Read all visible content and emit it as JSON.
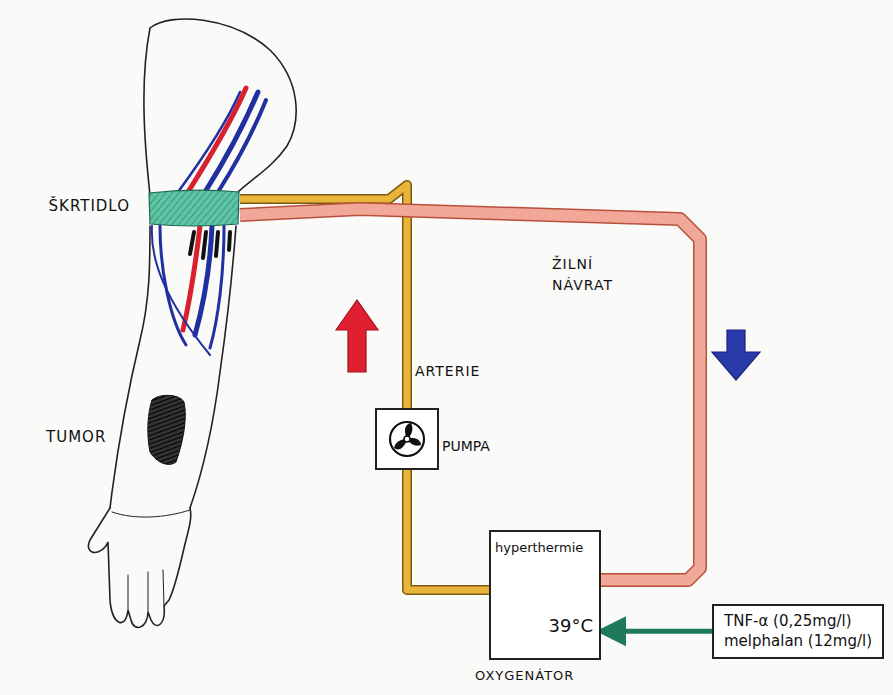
{
  "diagram": {
    "nodes": [
      {
        "text": [
          "ŠKRTIDLO"
        ]
      },
      {
        "text": [
          "PUMPA"
        ]
      },
      {
        "text": [
          "hyperthermie",
          "39°C",
          "OXYGENÁTOR"
        ]
      },
      {
        "text": [
          "TNF-α (0,25mg/l)",
          "melphalan (12mg/l)"
        ]
      }
    ],
    "edges": [
      {
        "from": 2,
        "to": 1,
        "arrow": "none"
      },
      {
        "from": 1,
        "to": 0,
        "label": "ARTERIE",
        "arrow": "none"
      },
      {
        "from": 0,
        "to": 2,
        "label": "ŽILNÍ NÁVRAT",
        "arrow": "none"
      },
      {
        "from": 3,
        "to": 2,
        "arrow": "to"
      }
    ],
    "labels": [
      "TUMOR"
    ]
  }
}
